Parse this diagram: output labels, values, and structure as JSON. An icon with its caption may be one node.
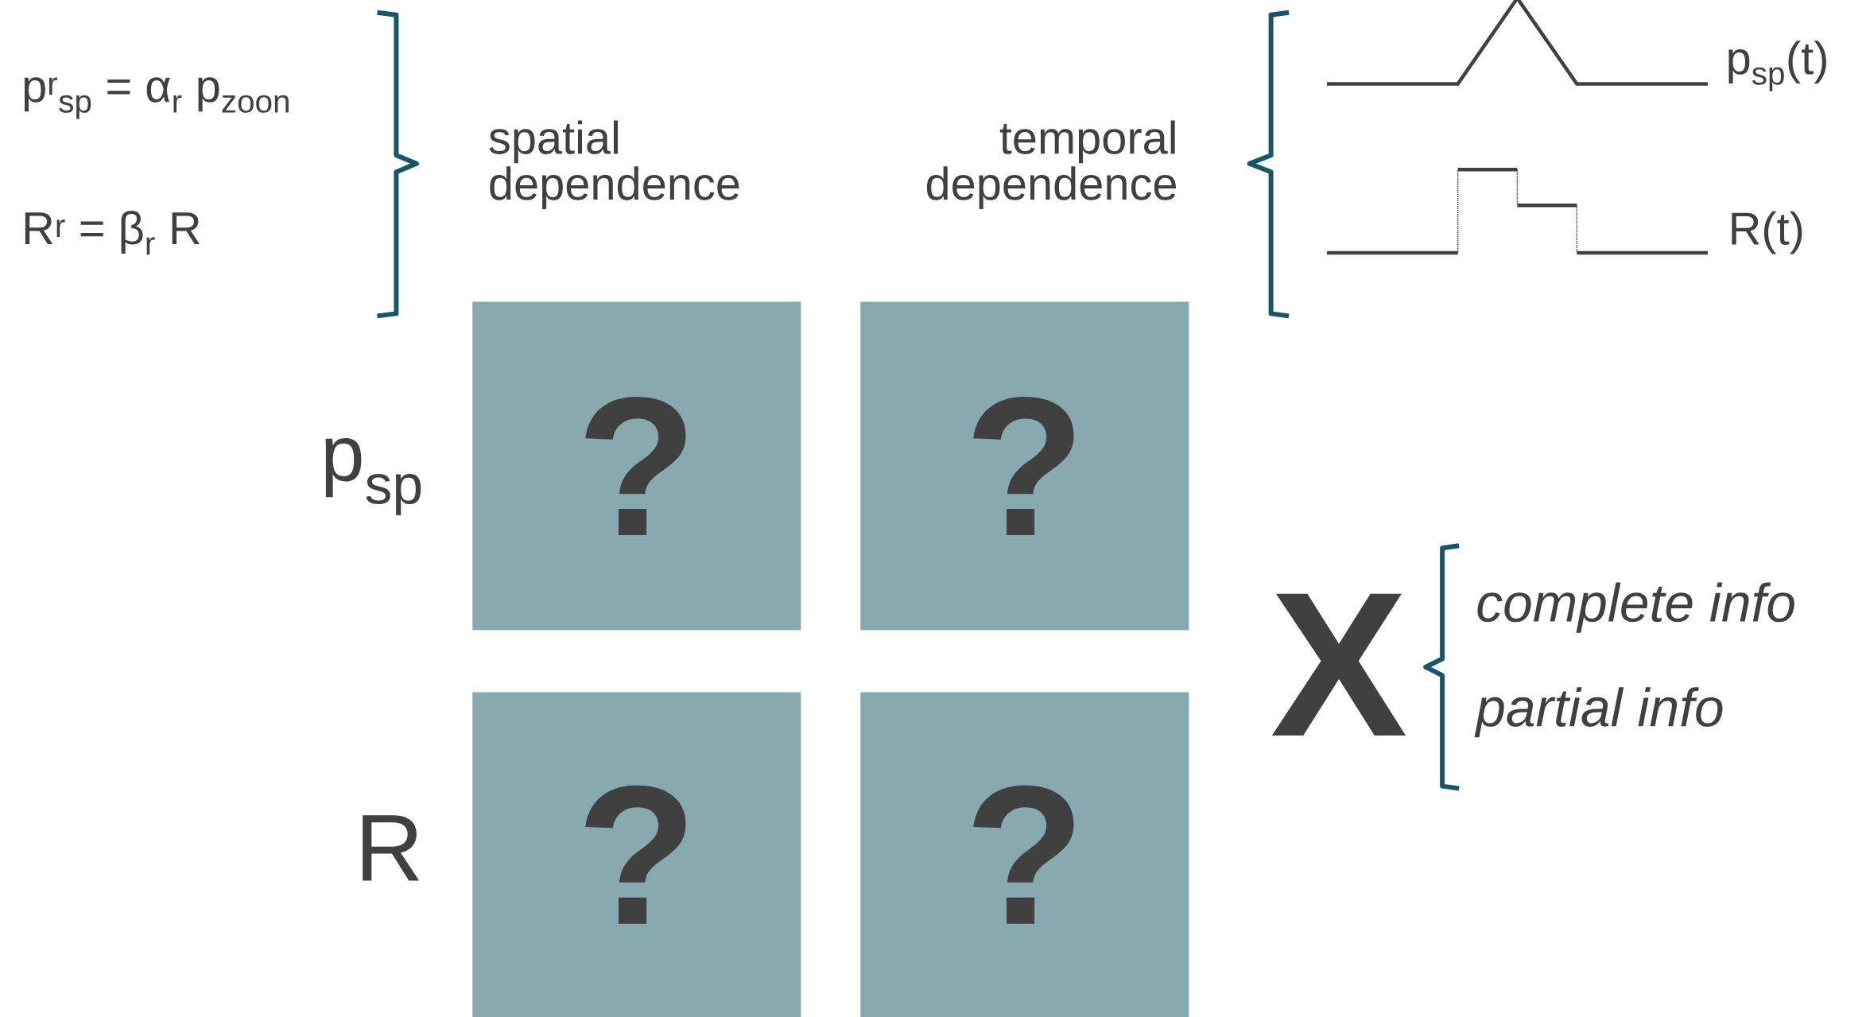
{
  "diagram": {
    "nodes": [
      {
        "text": [
          "?"
        ]
      },
      {
        "text": [
          "?"
        ]
      },
      {
        "text": [
          "?"
        ]
      },
      {
        "text": [
          "?"
        ]
      }
    ],
    "labels": [
      "p$^{r}$$_{sp}$ = α$_{r}$ p$_{zoon}$",
      "R$^{r}$ = β$_{r}$ R",
      "spatial dependence",
      "temporal dependence",
      "p$_{sp}$(t)",
      "R(t)",
      "p$_{sp}$",
      "R",
      "X",
      "complete info",
      "partial info"
    ]
  }
}
